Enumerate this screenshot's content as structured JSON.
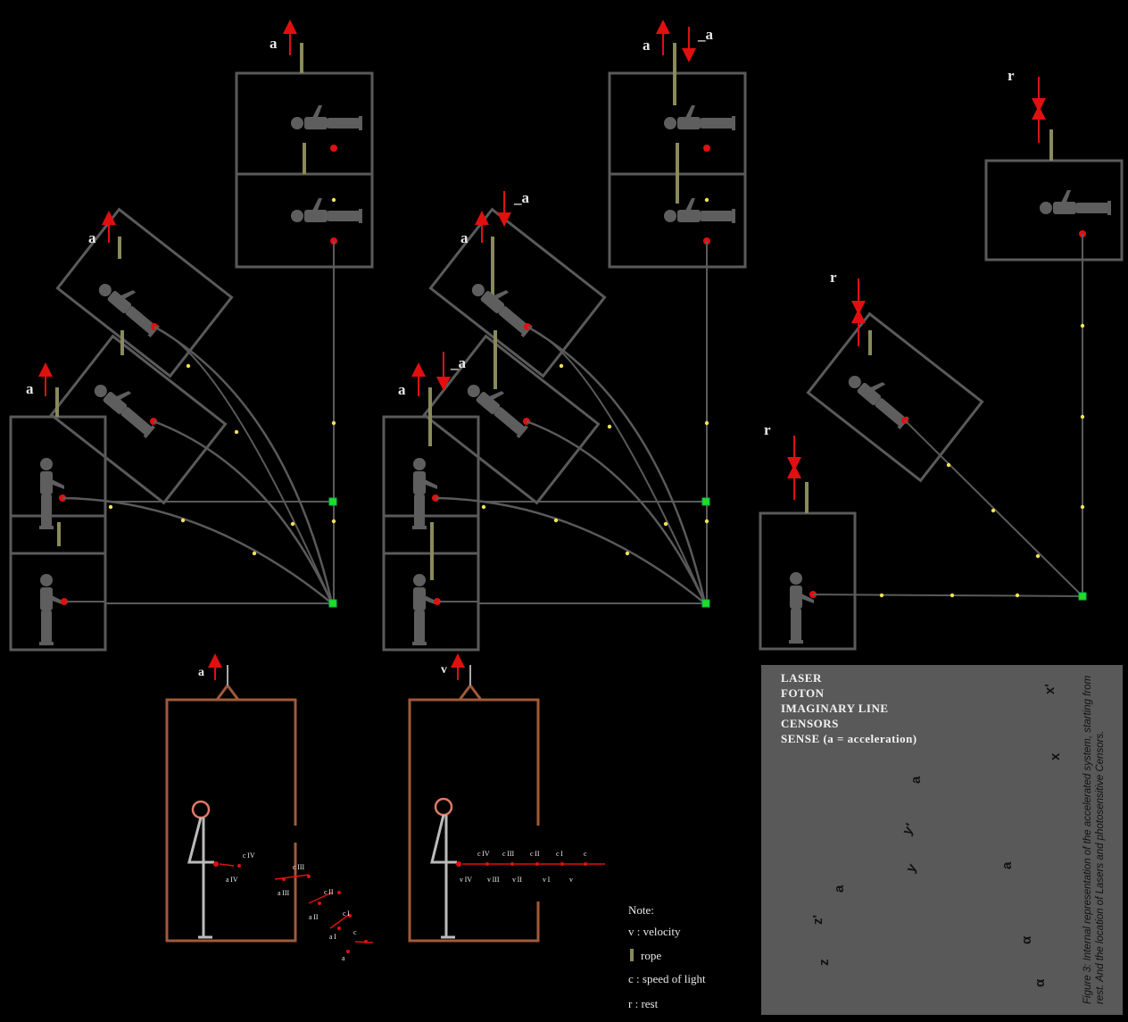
{
  "labels": {
    "a": "a",
    "neg_a": "_a",
    "r": "r",
    "v": "v"
  },
  "sublabels": {
    "c_iv": "c IV",
    "c_iii": "c III",
    "c_ii": "c II",
    "c_i": "c I",
    "c": "c",
    "v_iv": "v IV",
    "v_iii": "v III",
    "v_ii": "v II",
    "v_i": "v I",
    "v": "v",
    "a_iv": "a IV",
    "a_iii": "a III",
    "a_ii": "a II",
    "a_i": "a I",
    "a": "a"
  },
  "legend": {
    "items": [
      {
        "symbol": "laser",
        "label": "LASER"
      },
      {
        "symbol": "photon",
        "label": "FOTON"
      },
      {
        "symbol": "dashed-line",
        "label": "IMAGINARY LINE"
      },
      {
        "symbol": "sensor",
        "label": "CENSORS"
      },
      {
        "symbol": "arrow",
        "label": "SENSE (a = acceleration)"
      }
    ],
    "axis_labels": {
      "x_prime": "x'",
      "x": "x",
      "y_prime": "y'",
      "y": "y",
      "z_prime": "z'",
      "z": "z",
      "a": "a",
      "alpha": "α"
    }
  },
  "caption": "Figure 3: Internal representation of the accelerated system, starting from rest. And the location of Lasers and photosensitive Censors.",
  "note": {
    "title": "Note:",
    "items": [
      {
        "symbol": "v",
        "text": "v : velocity"
      },
      {
        "symbol": "rope",
        "text": "rope"
      },
      {
        "symbol": "c",
        "text": "c : speed of light"
      },
      {
        "symbol": "r",
        "text": "r : rest"
      }
    ]
  },
  "colors": {
    "background": "#000000",
    "box_stroke": "#5a5a5a",
    "person": "#5e5e5e",
    "laser": "#e01010",
    "photon": "#f2e05a",
    "sensor": "#22dd22",
    "rope": "#8a8a5a",
    "elevator": "#a05a3a",
    "legend_bg": "#595959"
  }
}
